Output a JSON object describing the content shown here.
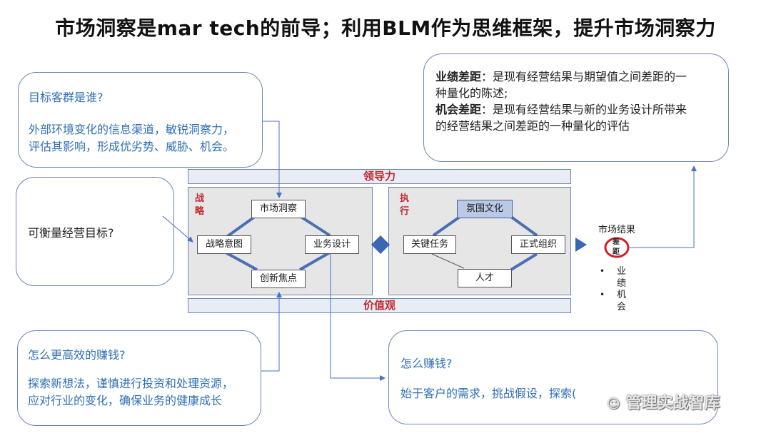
{
  "title": "市场洞察是mar tech的前导；利用BLM作为思维框架，提升市场洞察力",
  "callouts": {
    "top_left": {
      "question": "目标客群是谁?",
      "body_line1": "外部环境变化的信息渠道，敏锐洞察力，",
      "body_line2": "评估其影响，形成优劣势、威胁、机会。"
    },
    "middle_left": {
      "question": "可衡量经营目标?"
    },
    "bottom_left": {
      "question": "怎么更高效的赚钱?",
      "body_line1": "探索新想法，谨慎进行投资和处理资源，",
      "body_line2": "应对行业的变化，确保业务的健康成长"
    },
    "top_right": {
      "term1": "业绩差距",
      "def1_line1": "：是现有经营结果与期望值之间差距的一",
      "def1_line2": "种量化的陈述;",
      "term2": "机会差距",
      "def2_line1": "：是现有经营结果与新的业务设计所带来",
      "def2_line2": "的经营结果之间差距的一种量化的评估"
    },
    "bottom_right": {
      "question": "怎么赚钱?",
      "body": "始于客户的需求，挑战假设，探索("
    }
  },
  "blm": {
    "leadership": "领导力",
    "values": "价值观",
    "strategy_label": "战略",
    "execution_label": "执行",
    "strategy_nodes": {
      "market_insight": "市场洞察",
      "strategic_intent": "战略意图",
      "business_design": "业务设计",
      "innovation_focus": "创新焦点"
    },
    "execution_nodes": {
      "climate_culture": "氛围文化",
      "key_tasks": "关键任务",
      "formal_org": "正式组织",
      "talent": "人才"
    },
    "market_result": "市场结果",
    "gap": "差距",
    "gap_items": [
      "业绩",
      "机会"
    ]
  },
  "watermark": "管理实战智库",
  "colors": {
    "accent_blue": "#2f6fb6",
    "red": "#c0282d",
    "border": "#6f86b4",
    "arrow": "#4472c4"
  }
}
